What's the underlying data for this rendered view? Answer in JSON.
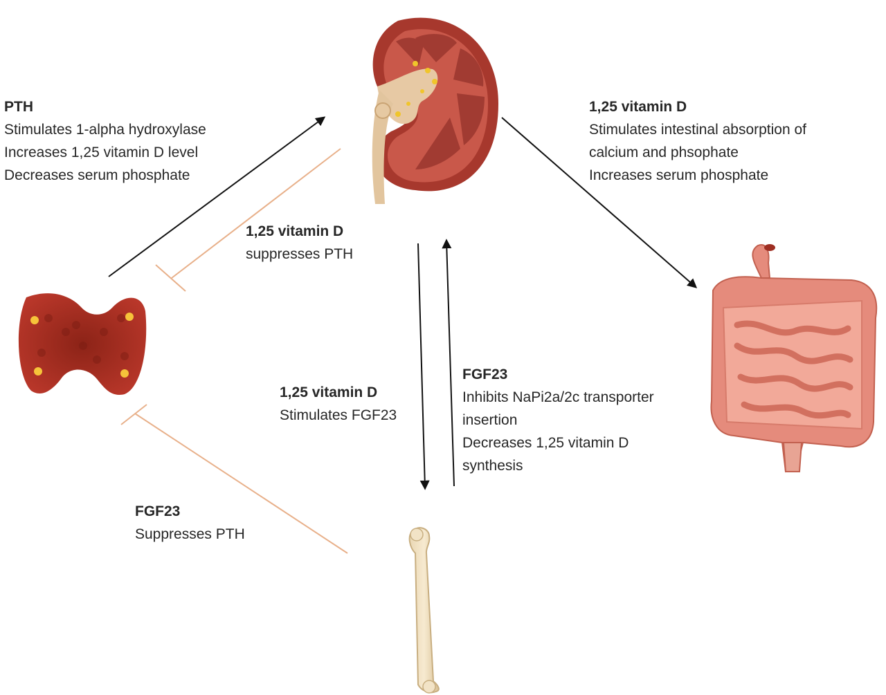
{
  "organs": {
    "kidney": "kidney-icon",
    "parathyroid": "parathyroid-icon",
    "intestine": "intestine-icon",
    "bone": "bone-icon"
  },
  "colors": {
    "stimulate_arrow": "#111111",
    "inhibit_line": "#e8b08a"
  },
  "labels": {
    "pth": {
      "title": "PTH",
      "lines": [
        "Stimulates 1-alpha hydroxylase",
        "Increases 1,25 vitamin D level",
        "Decreases serum phosphate"
      ]
    },
    "vitd_intestine": {
      "title": "1,25 vitamin D",
      "lines": [
        "Stimulates intestinal absorption of",
        "calcium and phsophate",
        "Increases serum phosphate"
      ]
    },
    "vitd_suppress": {
      "title": "1,25 vitamin D",
      "lines": [
        "suppresses PTH"
      ]
    },
    "vitd_fgf": {
      "title": "1,25 vitamin D",
      "lines": [
        "Stimulates FGF23"
      ]
    },
    "fgf_kidney": {
      "title": "FGF23",
      "lines": [
        "Inhibits NaPi2a/2c transporter",
        "insertion",
        "Decreases 1,25 vitamin D",
        "synthesis"
      ]
    },
    "fgf_pth": {
      "title": "FGF23",
      "lines": [
        "Suppresses PTH"
      ]
    }
  }
}
